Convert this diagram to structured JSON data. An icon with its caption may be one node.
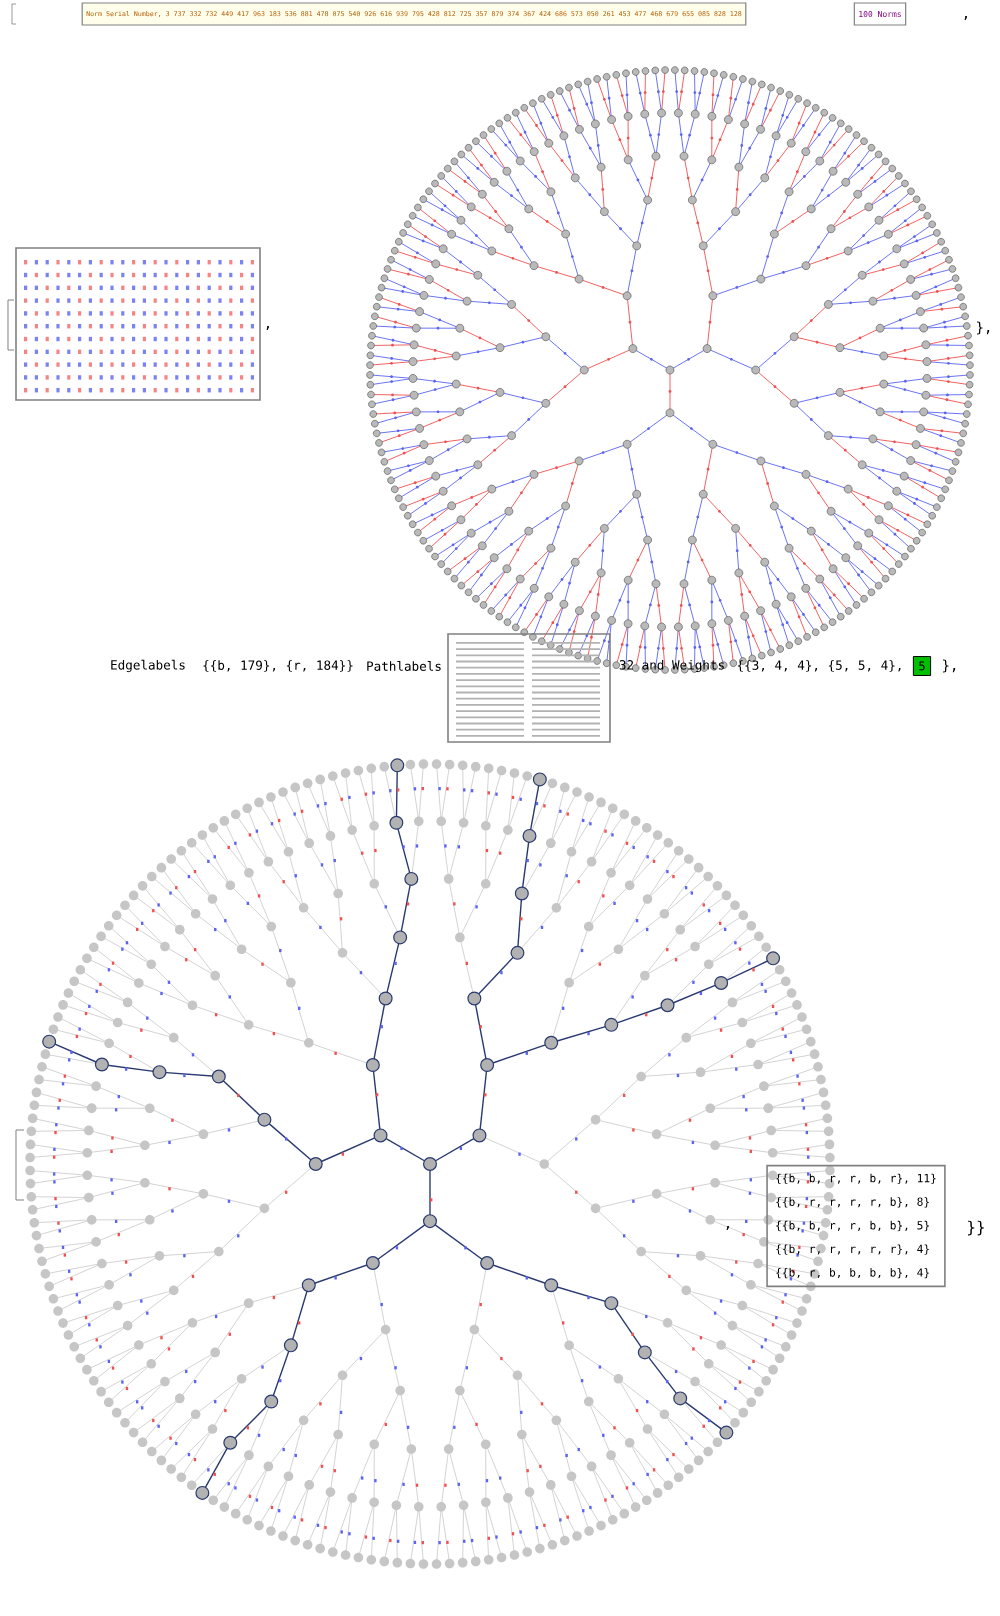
{
  "diagram": {
    "nodes": [
      {
        "text": [
          "Norm Serial Number, 3 737 332 732 449 417 963 183 536 881 478 075 540 926 616 939 795 428 812 725 357 879 374 367 424 686 573 050 261 453 477 468 679 655 085 828 128"
        ]
      },
      {
        "text": [
          "100 Norms"
        ]
      },
      {
        "text": [],
        "shape": "box"
      },
      {
        "text": [],
        "shape": "box"
      },
      {
        "text": [
          "5"
        ]
      },
      {
        "text": [
          "{{b, b, r, r, b, r}, 11}",
          "{{b, r, r, r, r, b}, 8}",
          "{{b, b, r, r, b, b}, 5}",
          "{{b, r, r, r, r, r}, 4}",
          "{{b, r, b, b, b, b}, 4}"
        ]
      }
    ],
    "labels": [
      ",",
      ",",
      "},",
      "Edgelabels",
      "{{b, 179}, {r, 184}}",
      "Pathlabels",
      "32 and Weights",
      "{{3, 4, 4}, {5, 5, 4},",
      "},",
      ",",
      "}}"
    ]
  }
}
